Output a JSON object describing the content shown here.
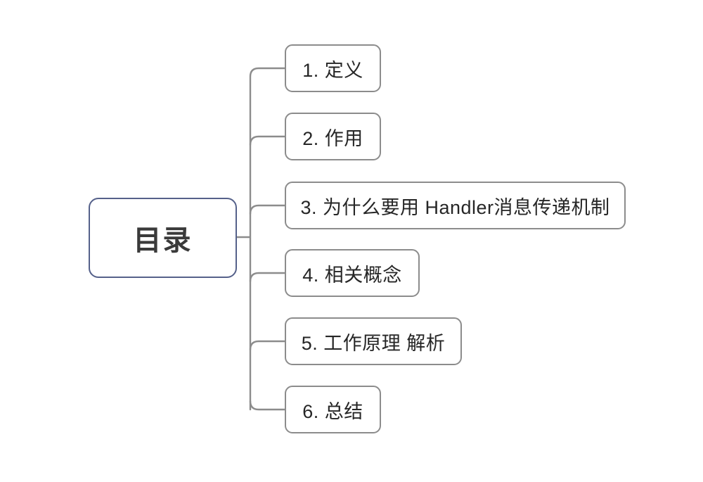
{
  "diagram": {
    "type": "mind-map",
    "title": "目录",
    "background_color": "#ffffff",
    "root": {
      "label": "目录",
      "border_color": "#55618a",
      "text_color": "#3a3a3a"
    },
    "branch_color": "#8c8c8c",
    "node_border_color": "#8c8c8c",
    "node_text_color": "#262626",
    "items": [
      {
        "label": "1. 定义"
      },
      {
        "label": "2. 作用"
      },
      {
        "label": "3. 为什么要用 Handler消息传递机制"
      },
      {
        "label": "4. 相关概念"
      },
      {
        "label": "5. 工作原理 解析"
      },
      {
        "label": "6. 总结"
      }
    ]
  }
}
